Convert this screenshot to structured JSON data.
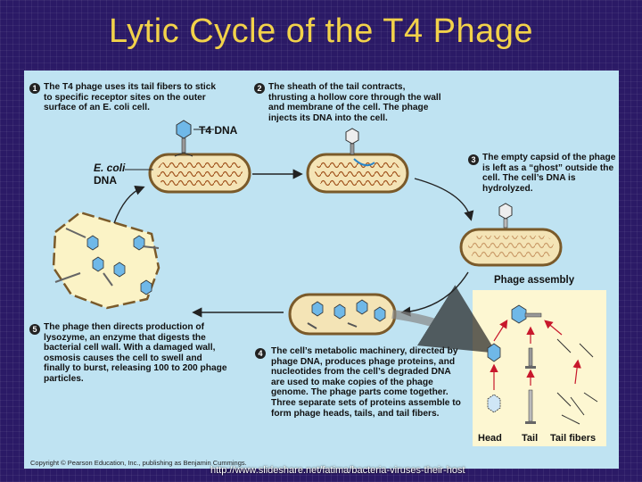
{
  "title": "Lytic Cycle of the T4 Phage",
  "steps": [
    {
      "num": "1",
      "text": "The T4 phage uses its tail fibers to stick to specific receptor sites on the outer surface of an E. coli cell."
    },
    {
      "num": "2",
      "text": "The sheath of the tail contracts, thrusting a hollow core through the wall and membrane of the cell. The phage injects its DNA into the cell."
    },
    {
      "num": "3",
      "text": "The empty capsid of the phage is left as a “ghost” outside the cell. The cell’s DNA is hydrolyzed."
    },
    {
      "num": "4",
      "text": "The cell’s metabolic machinery, directed by phage DNA, produces phage proteins, and nucleotides from the cell’s degraded DNA are used to make copies of the phage genome. The phage parts come together. Three separate sets of proteins assemble to form phage heads, tails, and tail fibers."
    },
    {
      "num": "5",
      "text": "The phage then directs production of lysozyme, an enzyme that digests the bacterial cell wall. With a damaged wall, osmosis causes the cell to swell and finally to burst, releasing 100 to 200 phage particles."
    }
  ],
  "labels": {
    "t4_dna": "T4 DNA",
    "ecoli_dna_line1": "E. coli",
    "ecoli_dna_line2": "DNA",
    "phage_assembly": "Phage assembly",
    "head": "Head",
    "tail": "Tail",
    "tail_fibers": "Tail fibers"
  },
  "footer": "Copyright © Pearson Education, Inc., publishing as Benjamin Cummings.",
  "url": "http://www.slideshare.net/fatima/bacteria-viruses-their-host"
}
